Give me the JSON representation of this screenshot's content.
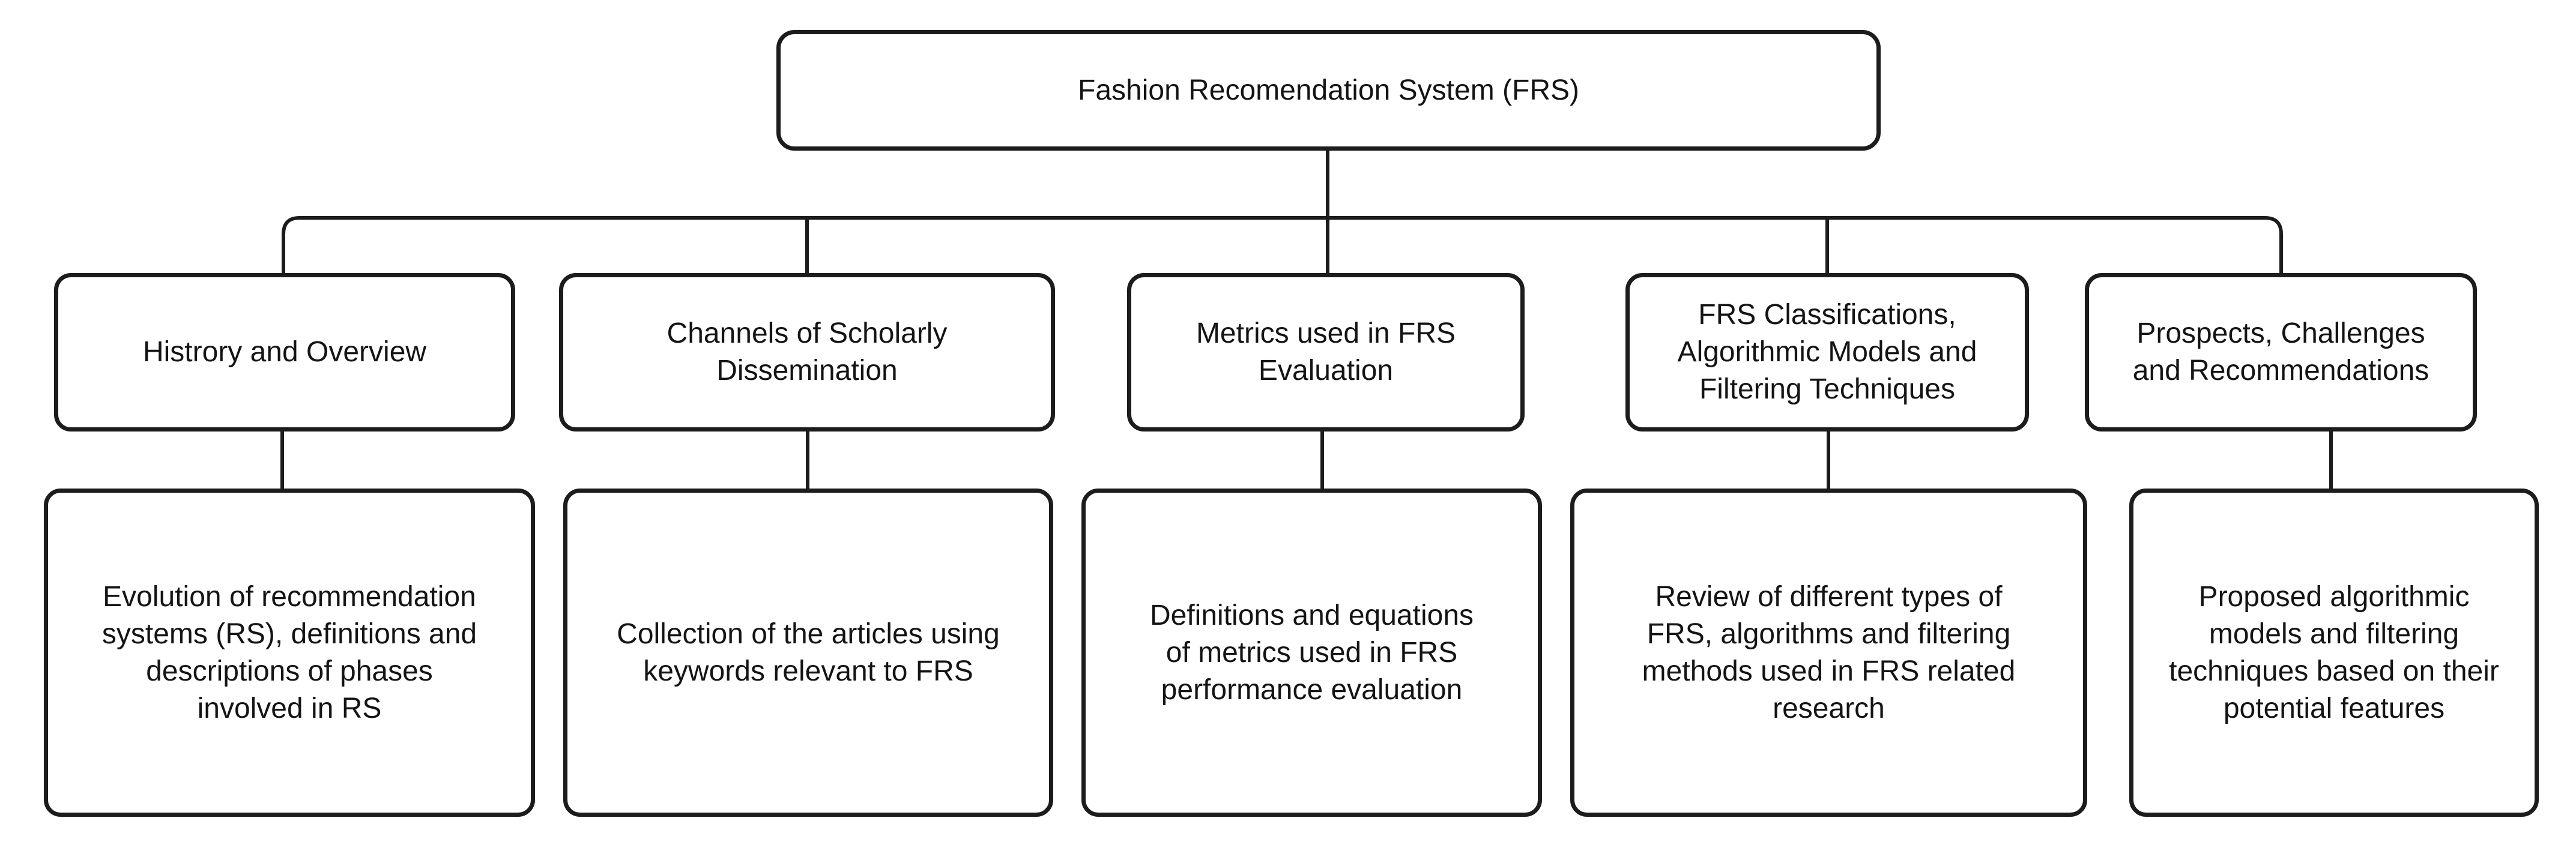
{
  "root": {
    "label": "Fashion Recomendation System (FRS)"
  },
  "columns": [
    {
      "heading": "Histrory and Overview",
      "detail": "Evolution of recommendation\nsystems (RS), definitions and\ndescriptions of phases\ninvolved in RS"
    },
    {
      "heading": "Channels of Scholarly\nDissemination",
      "detail": "Collection of the articles using\nkeywords relevant to FRS"
    },
    {
      "heading": "Metrics used in FRS\nEvaluation",
      "detail": "Definitions  and equations\nof metrics used in FRS\nperformance evaluation"
    },
    {
      "heading": "FRS Classifications,\nAlgorithmic Models and\nFiltering Techniques",
      "detail": "Review of different types of\nFRS, algorithms and filtering\nmethods used in FRS related\nresearch"
    },
    {
      "heading": "Prospects, Challenges\nand Recommendations",
      "detail": "Proposed algorithmic\nmodels and filtering\ntechniques based on their\npotential features"
    }
  ],
  "colors": {
    "background": "#ffffff",
    "line": "#1c1c1c",
    "box_border": "#1c1c1c",
    "text": "#141414"
  }
}
